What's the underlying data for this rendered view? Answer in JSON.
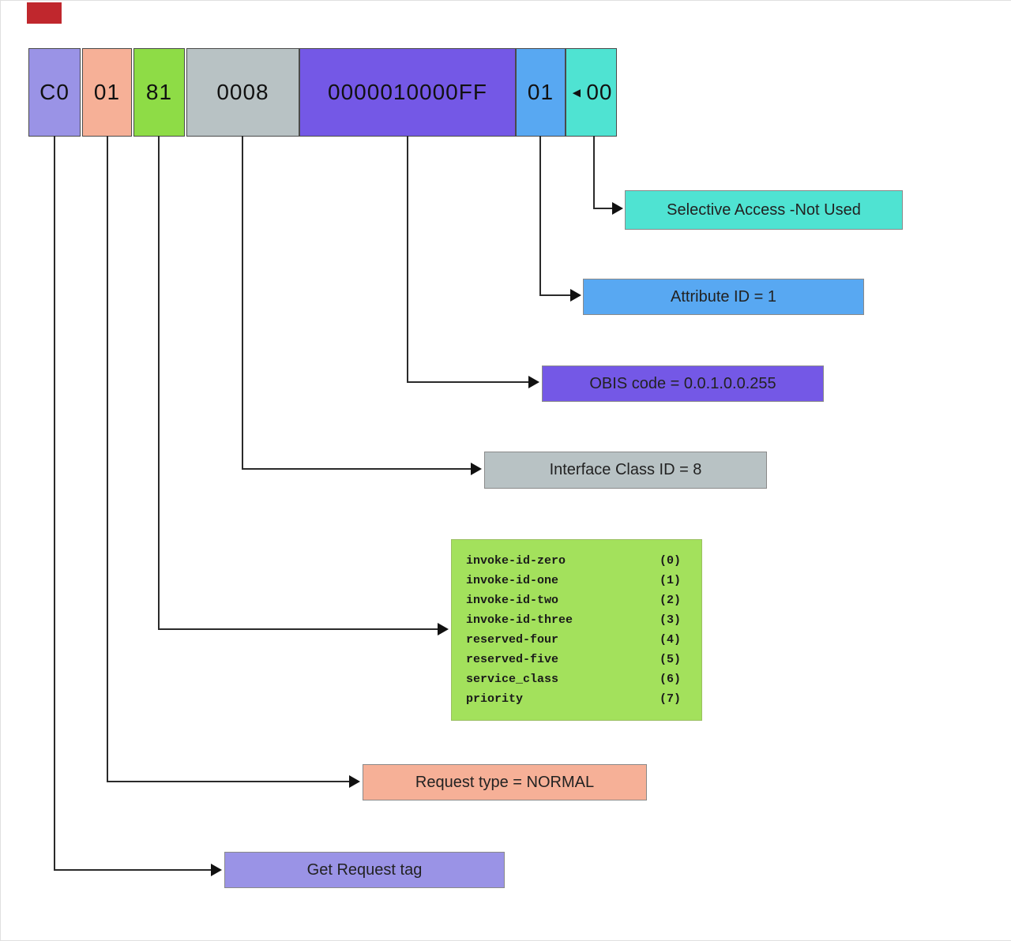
{
  "byte_row": {
    "bytes": [
      {
        "text": "C0",
        "color": "#9a93e6"
      },
      {
        "text": "01",
        "color": "#f6b097"
      },
      {
        "text": "81",
        "color": "#8edc46"
      },
      {
        "text": "0008",
        "color": "#b8c2c4"
      },
      {
        "text": "0000010000FF",
        "color": "#7458e6"
      },
      {
        "text": "01",
        "color": "#58a8f2"
      },
      {
        "text": "00",
        "color": "#4fe3d2",
        "pointer": "◄"
      }
    ]
  },
  "callouts": {
    "selective_access": {
      "text": "Selective Access -Not Used",
      "color": "#4fe3d2"
    },
    "attribute_id": {
      "text": "Attribute ID = 1",
      "color": "#58a8f2"
    },
    "obis_code": {
      "text": "OBIS code = 0.0.1.0.0.255",
      "color": "#7458e6"
    },
    "interface_class": {
      "text": "Interface Class ID = 8",
      "color": "#b8c2c4"
    },
    "request_type": {
      "text": "Request type = NORMAL",
      "color": "#f6b097"
    },
    "get_request_tag": {
      "text": "Get Request tag",
      "color": "#9a93e6"
    }
  },
  "invoke_list": {
    "color": "#a3e15c",
    "items": [
      {
        "name": "invoke-id-zero",
        "value": "(0)"
      },
      {
        "name": "invoke-id-one",
        "value": "(1)"
      },
      {
        "name": "invoke-id-two",
        "value": "(2)"
      },
      {
        "name": "invoke-id-three",
        "value": "(3)"
      },
      {
        "name": "reserved-four",
        "value": "(4)"
      },
      {
        "name": "reserved-five",
        "value": "(5)"
      },
      {
        "name": "service_class",
        "value": "(6)"
      },
      {
        "name": "priority",
        "value": "(7)"
      }
    ]
  },
  "artifact": {
    "color": "#c0272d"
  }
}
